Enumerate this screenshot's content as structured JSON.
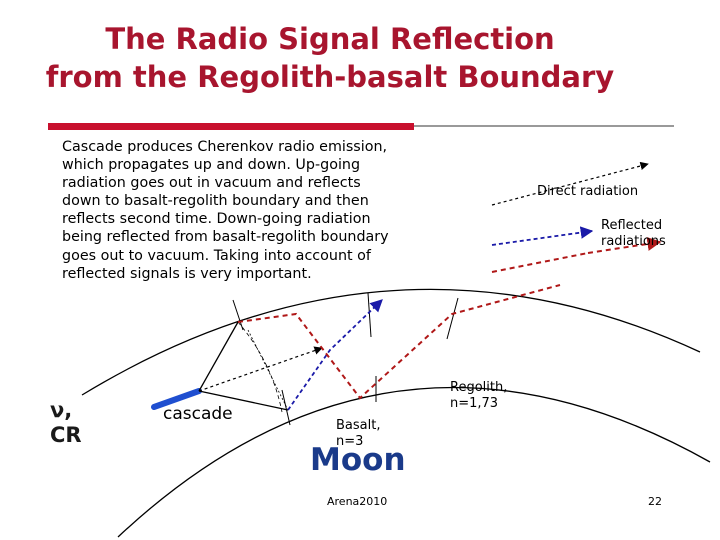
{
  "slide": {
    "title_line1": "The Radio Signal Reflection",
    "title_line2": "from the Regolith-basalt Boundary",
    "body": "Cascade produces Cherenkov radio emission,\nwhich propagates up and down. Up-going\nradiation goes out in vacuum and reflects\ndown to basalt-regolith boundary and then\nreflects second time. Down-going radiation\nbeing reflected from basalt-regolith boundary\ngoes out to vacuum. Taking into account of\nreflected signals is very important.",
    "footer_left": "Arena2010",
    "page_number": "22"
  },
  "diagram": {
    "particle_label": "ν,\nCR",
    "cascade_label": "cascade",
    "basalt_label": "Basalt,\nn=3",
    "regolith_label": "Regolith,\nn=1,73",
    "moon_label": "Moon",
    "legend": {
      "direct": "Direct radiation",
      "reflected": "Reflected\nradiations"
    }
  },
  "colors": {
    "title": "#a8152e",
    "direct_ray": "#000000",
    "reflected_blue": "#1a1aa8",
    "reflected_red": "#b01818",
    "cascade": "#1f4fd0",
    "moon_label": "#1a3a8a",
    "rule_red": "#c8102e"
  }
}
